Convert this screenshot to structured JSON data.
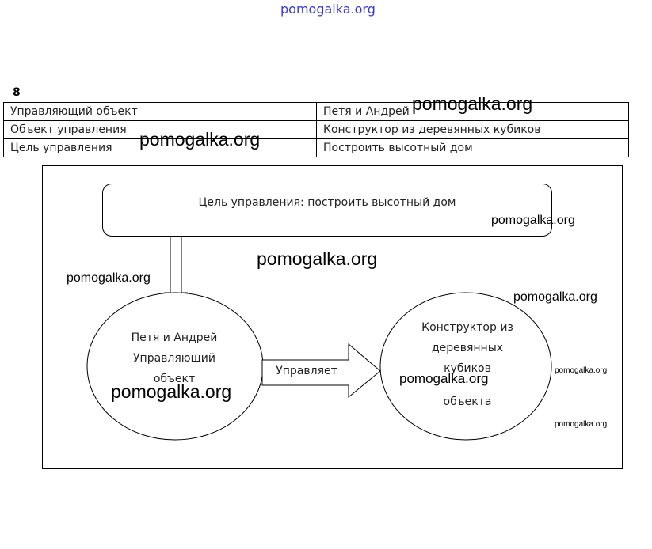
{
  "watermark": "pomogalka.org",
  "task_number": "8",
  "table": {
    "rows": [
      [
        "Управляющий объект",
        "Петя и Андрей"
      ],
      [
        "Объект управления",
        "Конструктор из деревянных кубиков"
      ],
      [
        "Цель управления",
        "Построить высотный дом"
      ]
    ]
  },
  "diagram": {
    "goal": "Цель управления: построить высотный дом",
    "left_circle": [
      "Петя и Андрей",
      "Управляющий",
      "объект"
    ],
    "arrow_label": "Управляет",
    "right_circle": [
      "Конструктор из",
      "деревянных",
      "кубиков",
      "объекта"
    ]
  }
}
